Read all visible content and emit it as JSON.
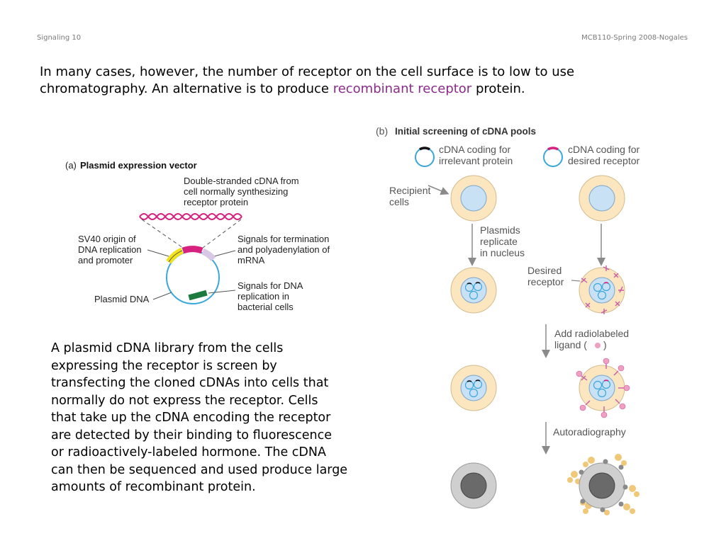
{
  "header": {
    "left": "Signaling 10",
    "right": "MCB110-Spring 2008-Nogales"
  },
  "intro": {
    "line1": "In many cases, however, the number of receptor on the cell surface is to low to use",
    "line2_prefix": "chromatography. An alternative is to produce ",
    "line2_highlight": "recombinant receptor",
    "line2_suffix": " protein."
  },
  "body_text": {
    "lines": [
      "A plasmid cDNA library from the cells",
      "expressing the receptor is screen by",
      "transfecting the cloned cDNAs into cells that",
      "normally do not express the receptor. Cells",
      "that take up the cDNA encoding the receptor",
      "are detected by their binding to fluorescence",
      "or radioactively-labeled hormone. The cDNA",
      "can then be sequenced and used produce large",
      "amounts of recombinant protein."
    ]
  },
  "figure_a": {
    "tag": "(a)",
    "title": "Plasmid expression vector",
    "cdna_label": [
      "Double-stranded cDNA from",
      "cell normally synthesizing",
      "receptor protein"
    ],
    "sv40_label": [
      "SV40 origin of",
      "DNA replication",
      "and promoter"
    ],
    "termination_label": [
      "Signals for termination",
      "and polyadenylation of",
      "mRNA"
    ],
    "replication_label": [
      "Signals for DNA",
      "replication in",
      "bacterial cells"
    ],
    "plasmid_label": "Plasmid DNA"
  },
  "figure_b": {
    "tag": "(b)",
    "title": "Initial screening of cDNA pools",
    "irrelevant_label": [
      "cDNA coding for",
      "irrelevant protein"
    ],
    "desired_label": [
      "cDNA coding for",
      "desired receptor"
    ],
    "recipient_label": [
      "Recipient",
      "cells"
    ],
    "plasmids_label": [
      "Plasmids",
      "replicate",
      "in nucleus"
    ],
    "receptor_label": [
      "Desired",
      "receptor"
    ],
    "ligand_label": [
      "Add radiolabeled",
      "ligand ("
    ],
    "ligand_suffix": ")",
    "autorad_label": "Autoradiography"
  },
  "colors": {
    "cell": "#fbe6bf",
    "cell_border": "#d4bc8e",
    "nucleus": "#c9e1f5",
    "nucleus_border": "#7aa6cf",
    "plasmid": "#3aa7dc",
    "sv40": "#f2e21a",
    "cdna": "#d6227e",
    "termination": "#d7c8e6",
    "replication": "#1d7a3f",
    "receptor": "#c95aa5",
    "ligand": "#ef9fc0",
    "grey_cell": "#cfcfcf",
    "grey_nucleus": "#6a6a6a",
    "silver": "#f0c878",
    "highlight_text": "#8b2a8b"
  }
}
